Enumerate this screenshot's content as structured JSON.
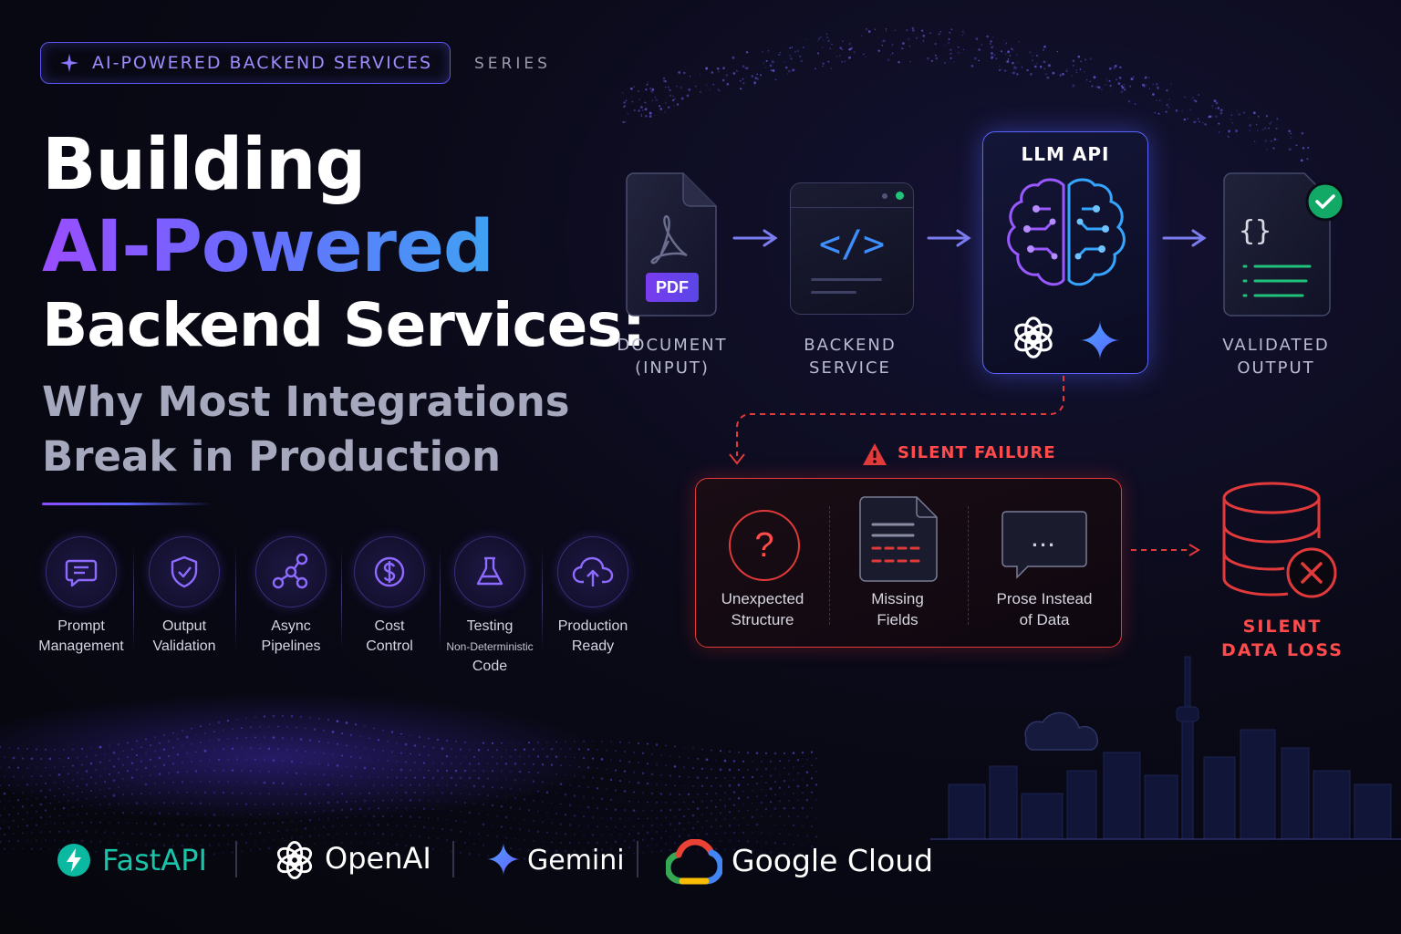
{
  "header": {
    "series_pill": "AI-POWERED BACKEND SERVICES",
    "series_label": "SERIES"
  },
  "title": {
    "line1": "Building",
    "line2": "AI-Powered",
    "line3": "Backend Services:",
    "subtitle_line1": "Why Most Integrations",
    "subtitle_line2": "Break in Production"
  },
  "features": [
    {
      "label1": "Prompt",
      "label2": "Management",
      "icon": "chat-icon"
    },
    {
      "label1": "Output",
      "label2": "Validation",
      "icon": "shield-check-icon"
    },
    {
      "label1": "Async",
      "label2": "Pipelines",
      "icon": "nodes-icon"
    },
    {
      "label1": "Cost",
      "label2": "Control",
      "icon": "dollar-icon"
    },
    {
      "label1": "Testing",
      "label2": "Non-Deterministic",
      "label3": "Code",
      "icon": "flask-icon"
    },
    {
      "label1": "Production",
      "label2": "Ready",
      "icon": "cloud-upload-icon"
    }
  ],
  "flow": {
    "document": {
      "badge": "PDF",
      "caption1": "DOCUMENT",
      "caption2": "(INPUT)"
    },
    "backend": {
      "caption1": "BACKEND",
      "caption2": "SERVICE",
      "code_symbol": "</>"
    },
    "llm": {
      "title": "LLM API"
    },
    "output": {
      "symbol": "{}",
      "caption1": "VALIDATED",
      "caption2": "OUTPUT"
    }
  },
  "failure": {
    "heading": "SILENT FAILURE",
    "items": [
      {
        "label1": "Unexpected",
        "label2": "Structure"
      },
      {
        "label1": "Missing",
        "label2": "Fields"
      },
      {
        "label1": "Prose Instead",
        "label2": "of Data",
        "bubble": "..."
      }
    ],
    "question_mark": "?",
    "result1": "SILENT",
    "result2": "DATA LOSS"
  },
  "logos": {
    "fastapi": "FastAPI",
    "openai": "OpenAI",
    "gemini": "Gemini",
    "google_cloud": "Google Cloud"
  },
  "colors": {
    "accent_purple": "#9a4dff",
    "accent_blue": "#3fa2f2",
    "danger_red": "#ff4b4b",
    "success_green": "#1fc47a",
    "fastapi_teal": "#0bb8a0"
  }
}
